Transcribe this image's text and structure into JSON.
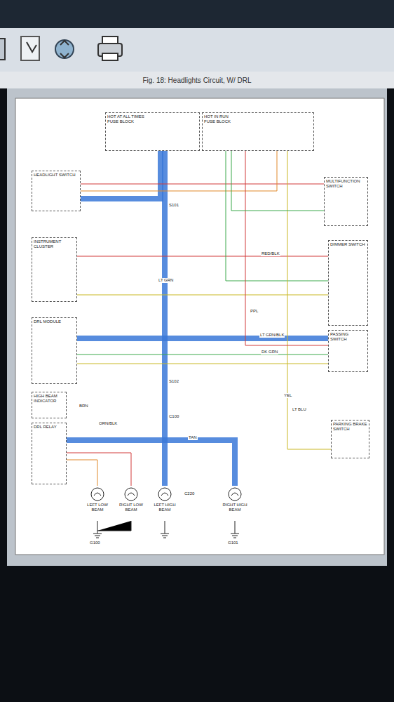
{
  "diagram": {
    "title": "Fig. 18: Headlights Circuit, W/ DRL",
    "nodes": [
      {
        "text": [
          "HOT AT ALL TIMES",
          "FUSE BLOCK"
        ]
      },
      {
        "text": [
          "HOT IN RUN",
          "FUSE BLOCK"
        ]
      },
      {
        "text": [
          "HEADLIGHT SWITCH"
        ]
      },
      {
        "text": [
          "INSTRUMENT CLUSTER"
        ]
      },
      {
        "text": [
          "DRL MODULE"
        ]
      },
      {
        "text": [
          "HIGH BEAM INDICATOR"
        ]
      },
      {
        "text": [
          "DRL RELAY"
        ]
      },
      {
        "text": [
          "MULTIFUNCTION SWITCH"
        ]
      },
      {
        "text": [
          "DIMMER SWITCH"
        ]
      },
      {
        "text": [
          "PASSING SWITCH"
        ]
      },
      {
        "text": [
          "PARKING BRAKE SWITCH"
        ]
      },
      {
        "text": [
          "LEFT LOW BEAM"
        ]
      },
      {
        "text": [
          "RIGHT LOW BEAM"
        ]
      },
      {
        "text": [
          "LEFT HIGH BEAM"
        ]
      },
      {
        "text": [
          "RIGHT HIGH BEAM"
        ]
      }
    ],
    "edges": [
      {
        "from": 0,
        "to": 13,
        "arrow": "none",
        "label": "LT GRN"
      },
      {
        "from": 2,
        "to": 0,
        "arrow": "none"
      },
      {
        "from": 4,
        "to": 8,
        "arrow": "none",
        "label": "LT GRN/BLK"
      },
      {
        "from": 6,
        "to": 14,
        "arrow": "none",
        "label": "TAN"
      },
      {
        "from": 2,
        "to": 7,
        "arrow": "none"
      },
      {
        "from": 2,
        "to": 1,
        "arrow": "none"
      },
      {
        "from": 3,
        "to": 8,
        "arrow": "none",
        "label": "RED/BLK"
      },
      {
        "from": 3,
        "to": 8,
        "arrow": "none"
      },
      {
        "from": 4,
        "to": 9,
        "arrow": "none",
        "label": "DK GRN"
      },
      {
        "from": 4,
        "to": 9,
        "arrow": "none"
      },
      {
        "from": 1,
        "to": 8,
        "arrow": "none"
      },
      {
        "from": 1,
        "to": 10,
        "arrow": "none",
        "label": "YEL"
      },
      {
        "from": 6,
        "to": 11,
        "arrow": "none"
      },
      {
        "from": 6,
        "to": 12,
        "arrow": "none"
      },
      {
        "from": 1,
        "to": 9,
        "arrow": "none"
      },
      {
        "from": 1,
        "to": 7,
        "arrow": "none"
      }
    ],
    "labels": [
      "G100",
      "G101",
      "C100",
      "S101",
      "S102",
      "BRN",
      "PPL",
      "LT BLU",
      "ORN/BLK",
      "C220"
    ]
  }
}
